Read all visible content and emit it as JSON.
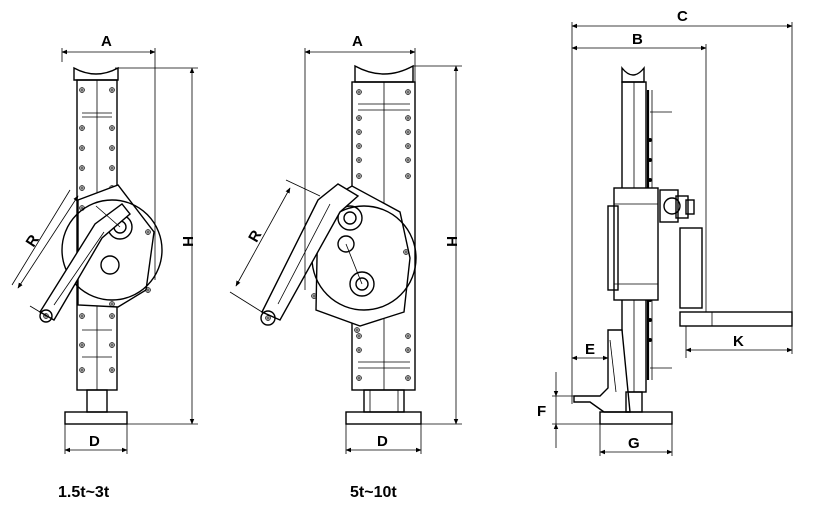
{
  "diagram": {
    "labels": {
      "A": "A",
      "B": "B",
      "C": "C",
      "D": "D",
      "E": "E",
      "F": "F",
      "G": "G",
      "H": "H",
      "K": "K",
      "R": "R"
    },
    "captions": {
      "small": "1.5t~3t",
      "large": "5t~10t"
    }
  }
}
